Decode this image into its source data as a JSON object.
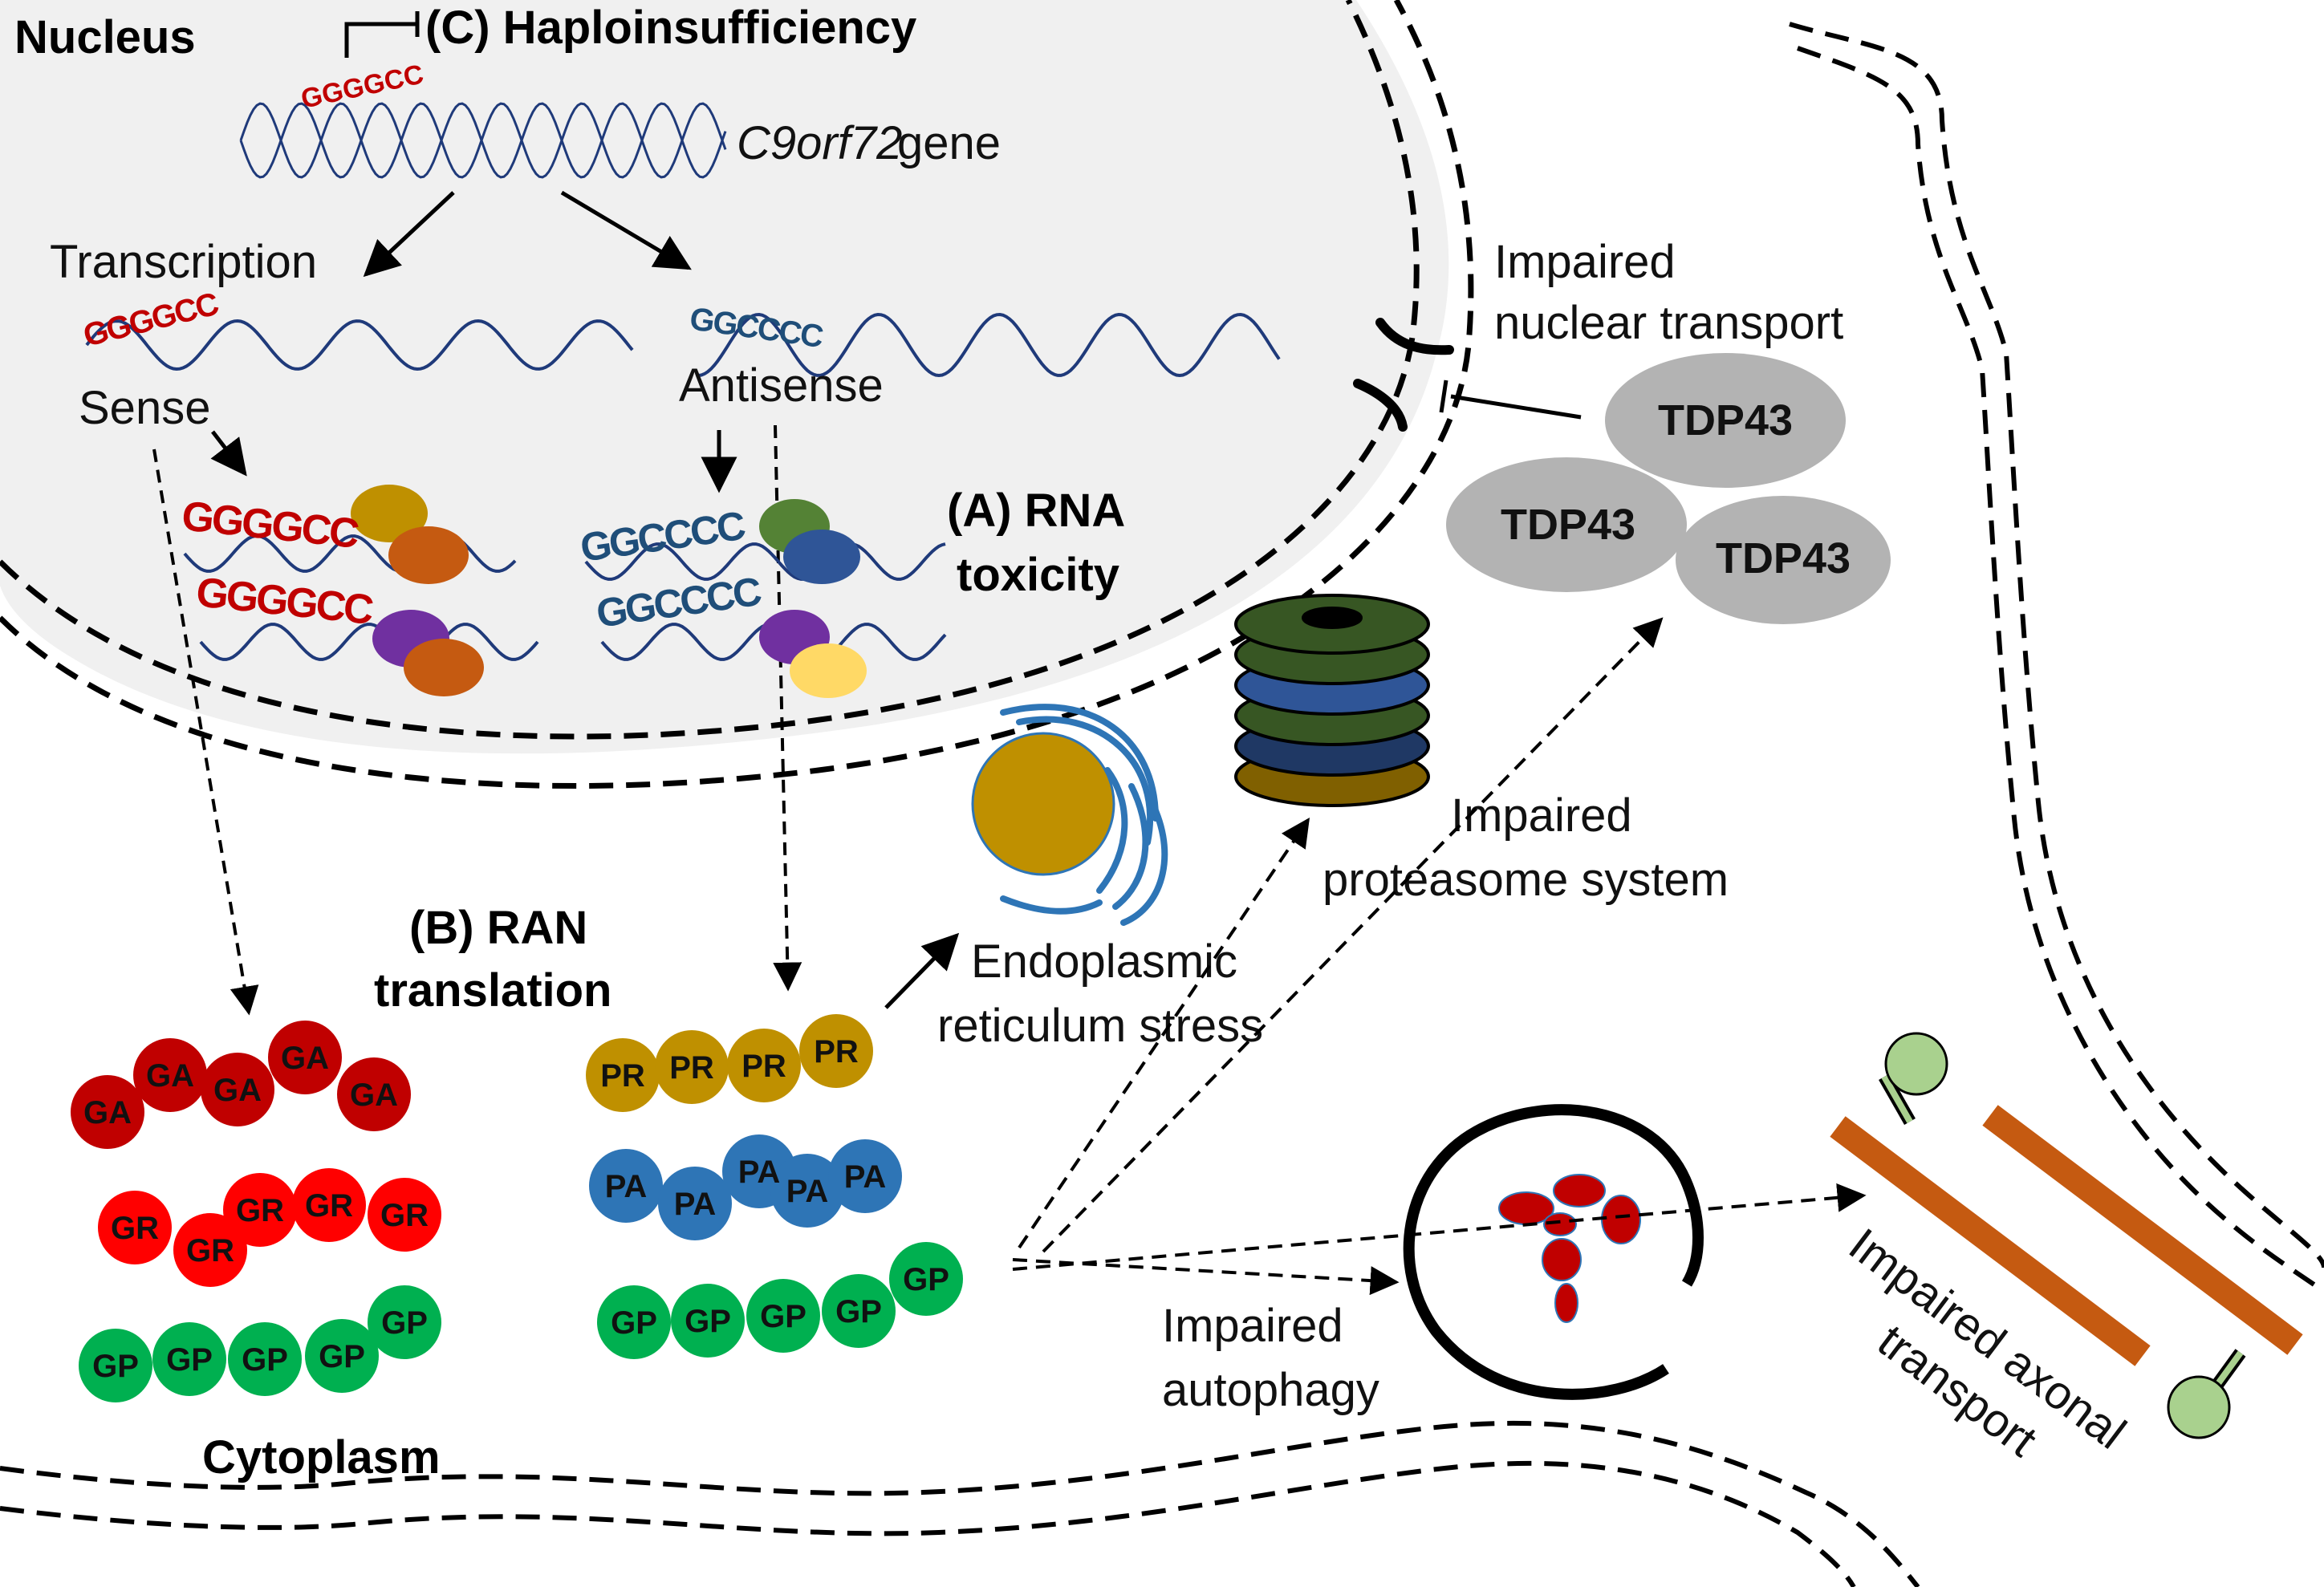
{
  "labels": {
    "nucleus": "Nucleus",
    "haplo": "(C) Haploinsufficiency",
    "gene_name": "C9orf72",
    "gene_word": "gene",
    "transcription": "Transcription",
    "sense": "Sense",
    "antisense": "Antisense",
    "rna_tox_1": "(A) RNA",
    "rna_tox_2": "toxicity",
    "ran_1": "(B) RAN",
    "ran_2": "translation",
    "cytoplasm": "Cytoplasm",
    "nuclear_transport_1": "Impaired",
    "nuclear_transport_2": "nuclear transport",
    "proteasome_1": "Impaired",
    "proteasome_2": "proteasome system",
    "er_1": "Endoplasmic",
    "er_2": "reticulum stress",
    "autophagy_1": "Impaired",
    "autophagy_2": "autophagy",
    "axonal_1": "Impaired axonal",
    "axonal_2": "transport"
  },
  "sequences": {
    "sense_repeat": "GGGGCC",
    "antisense_repeat": "GGCCCC"
  },
  "proteins": {
    "tdp_a": "TDP43",
    "tdp_b": "TDP43",
    "tdp_c": "TDP43"
  },
  "dipeptides": {
    "ga": [
      "GA",
      "GA",
      "GA",
      "GA",
      "GA"
    ],
    "gr": [
      "GR",
      "GR",
      "GR",
      "GR",
      "GR"
    ],
    "gp_left": [
      "GP",
      "GP",
      "GP",
      "GP",
      "GP"
    ],
    "pr": [
      "PR",
      "PR",
      "PR",
      "PR"
    ],
    "pa": [
      "PA",
      "PA",
      "PA",
      "PA",
      "PA"
    ],
    "gp_right": [
      "GP",
      "GP",
      "GP",
      "GP",
      "GP"
    ]
  },
  "colors": {
    "sense_text": "#c00000",
    "antisense_text": "#1f4e79",
    "dna": "#1f3a7a",
    "nucleus_fill": "#f0f0f0",
    "ga": "#c00000",
    "gr": "#ff0000",
    "gp": "#00b050",
    "pr": "#bf9000",
    "pa": "#2e75b6",
    "tdp": "#b3b3b3",
    "rail": "#c55a11",
    "vesicle": "#a9d18e"
  }
}
